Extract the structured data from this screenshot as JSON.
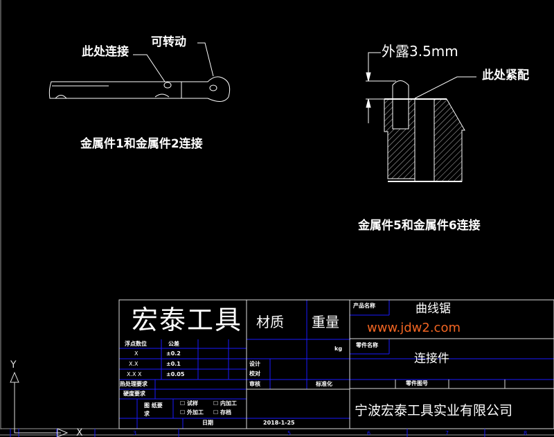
{
  "drawing1": {
    "callout_connect": "此处连接",
    "callout_rotate": "可转动",
    "caption": "金属件1和金属件2连接"
  },
  "drawing2": {
    "dimension": "外露3.5mm",
    "callout_fit": "此处紧配",
    "caption": "金属件5和金属件6连接"
  },
  "title_block": {
    "company_logo_text": "宏泰工具",
    "material_label": "材质",
    "weight_label": "重量",
    "weight_unit": "kg",
    "tolerance_header": [
      "浮点数位",
      "公差"
    ],
    "tolerance_rows": [
      {
        "digits": "X",
        "tol": "±0.2"
      },
      {
        "digits": "X.X",
        "tol": "±0.1"
      },
      {
        "digits": "X.X X",
        "tol": "±0.05"
      }
    ],
    "heat_treatment": "热处理要求",
    "hardness": "硬度要求",
    "drawing_req": "图 纸要求",
    "options": [
      "试样",
      "内加工",
      "外加工",
      "存档"
    ],
    "date_label": "日期",
    "date_value": "2018-1-25",
    "design": "设计",
    "check": "校对",
    "review": "审核",
    "standardize": "标准化",
    "product_name_label": "产品名称",
    "product_name": "曲线锯",
    "part_name_label": "零件名称",
    "part_name": "连接件",
    "part_number_label": "零件图号",
    "company_name": "宁波宏泰工具实业有限公司",
    "zone_numbers": [
      "3",
      "5",
      "6",
      "7",
      "8"
    ]
  },
  "ucs": {
    "x": "X",
    "y": "Y"
  },
  "watermark": "www.jdw2.com",
  "colors": {
    "background": "#000000",
    "line": "#ffffff",
    "grid": "#1a1aff",
    "watermark": "#f26522",
    "frame": "#9a9a9a"
  }
}
